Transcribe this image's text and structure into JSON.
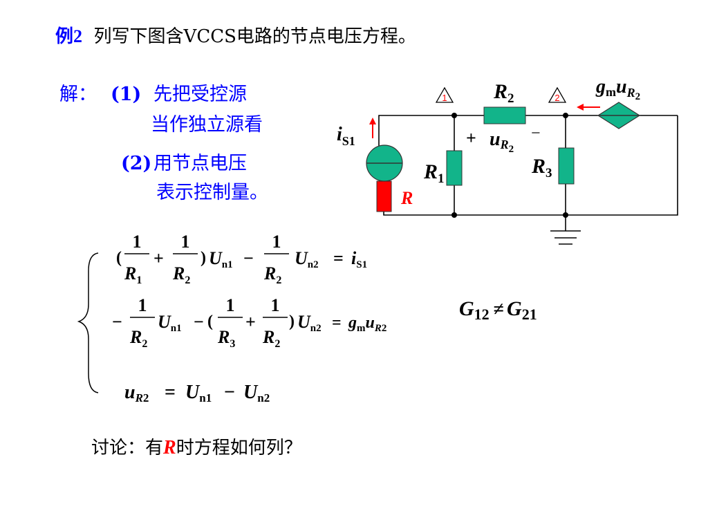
{
  "title": {
    "example": "例2",
    "text": "列写下图含VCCS电路的节点电压方程。"
  },
  "solution": {
    "label": "解：",
    "step1_num": "(1)",
    "step1_line1": "先把受控源",
    "step1_line2": "当作独立源看",
    "step2_num": "(2)",
    "step2_line1": "用节点电压",
    "step2_line2": "表示控制量。"
  },
  "circuit": {
    "node1": "1",
    "node2": "2",
    "R2": "R",
    "R2_sub": "2",
    "R1": "R",
    "R1_sub": "1",
    "R3": "R",
    "R3_sub": "3",
    "R": "R",
    "iS1": "i",
    "iS1_sub": "S1",
    "plus": "+",
    "minus": "−",
    "uR2": "u",
    "uR2_sub": "R",
    "uR2_subsub": "2",
    "gm": "g",
    "gm_sub": "m",
    "gm_u": "u",
    "gm_usub": "R",
    "gm_usubsub": "2"
  },
  "equations": {
    "eq1": {
      "lparen": "(",
      "one": "1",
      "plus": "+",
      "rparen": ")",
      "R": "R",
      "s1": "1",
      "s2": "2",
      "U": "U",
      "n1": "n1",
      "minus": "−",
      "n2": "n2",
      "eq": "=",
      "rhs": "i",
      "rhs_sub": "S1"
    },
    "eq2": {
      "minus": "−",
      "one": "1",
      "lparen": "(",
      "plus": "+",
      "rparen": ")",
      "R": "R",
      "s2": "2",
      "s3": "3",
      "U": "U",
      "n1": "n1",
      "n2": "n2",
      "eq": "=",
      "g": "g",
      "gsub": "m",
      "u": "u",
      "usub": "R",
      "usubsub": "2"
    },
    "eq3": {
      "u": "u",
      "usub": "R",
      "usubsub": "2",
      "eq": "=",
      "U": "U",
      "n1": "n1",
      "minus": "−",
      "n2": "n2"
    }
  },
  "inequality": {
    "G": "G",
    "sub1": "12",
    "neq": "≠",
    "sub2": "21"
  },
  "discussion": {
    "pre": "讨论：有",
    "R": "R",
    "post": "时方程如何列？"
  },
  "colors": {
    "blue": "#0000ff",
    "red": "#ff0000",
    "resistor": "#12b48a",
    "source": "#12b48a",
    "wire": "#000000"
  }
}
